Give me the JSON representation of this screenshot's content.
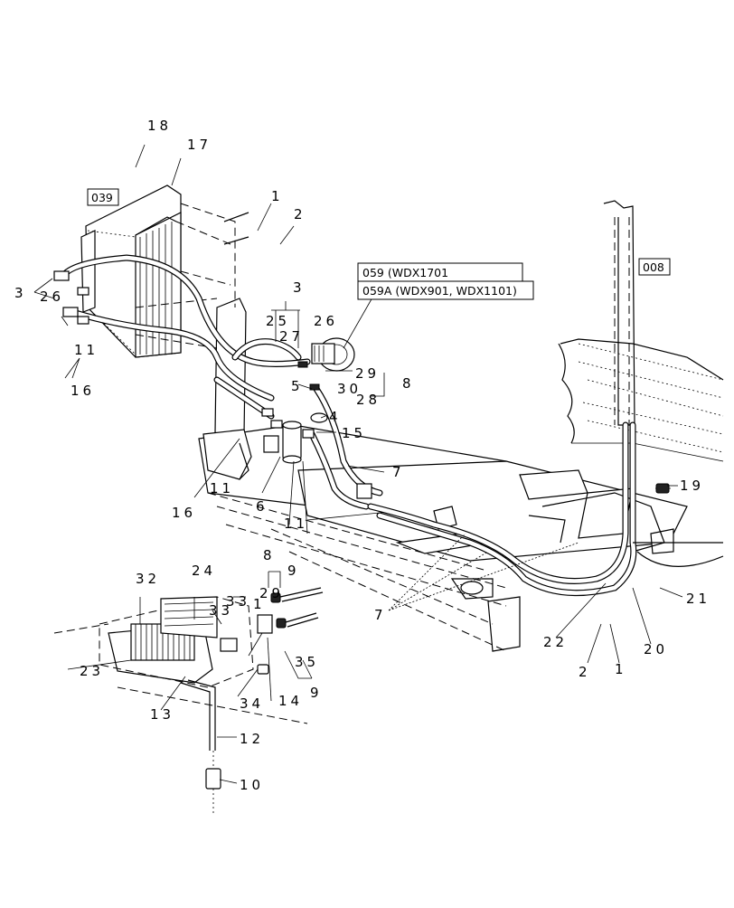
{
  "diagram": {
    "part_callouts": [
      "18",
      "17",
      "1",
      "2",
      "3",
      "26",
      "11",
      "16",
      "3",
      "25",
      "26",
      "27",
      "29",
      "30",
      "28",
      "8",
      "5",
      "4",
      "15",
      "7",
      "16",
      "11",
      "6",
      "11",
      "9",
      "19",
      "7",
      "21",
      "22",
      "2",
      "1",
      "20",
      "8",
      "29",
      "1",
      "32",
      "24",
      "33",
      "33",
      "35",
      "23",
      "13",
      "34",
      "14",
      "9",
      "12",
      "10"
    ],
    "reference_boxes": [
      "039",
      "059 (WDX1701",
      "059A (WDX901, WDX1101)",
      "008"
    ]
  }
}
